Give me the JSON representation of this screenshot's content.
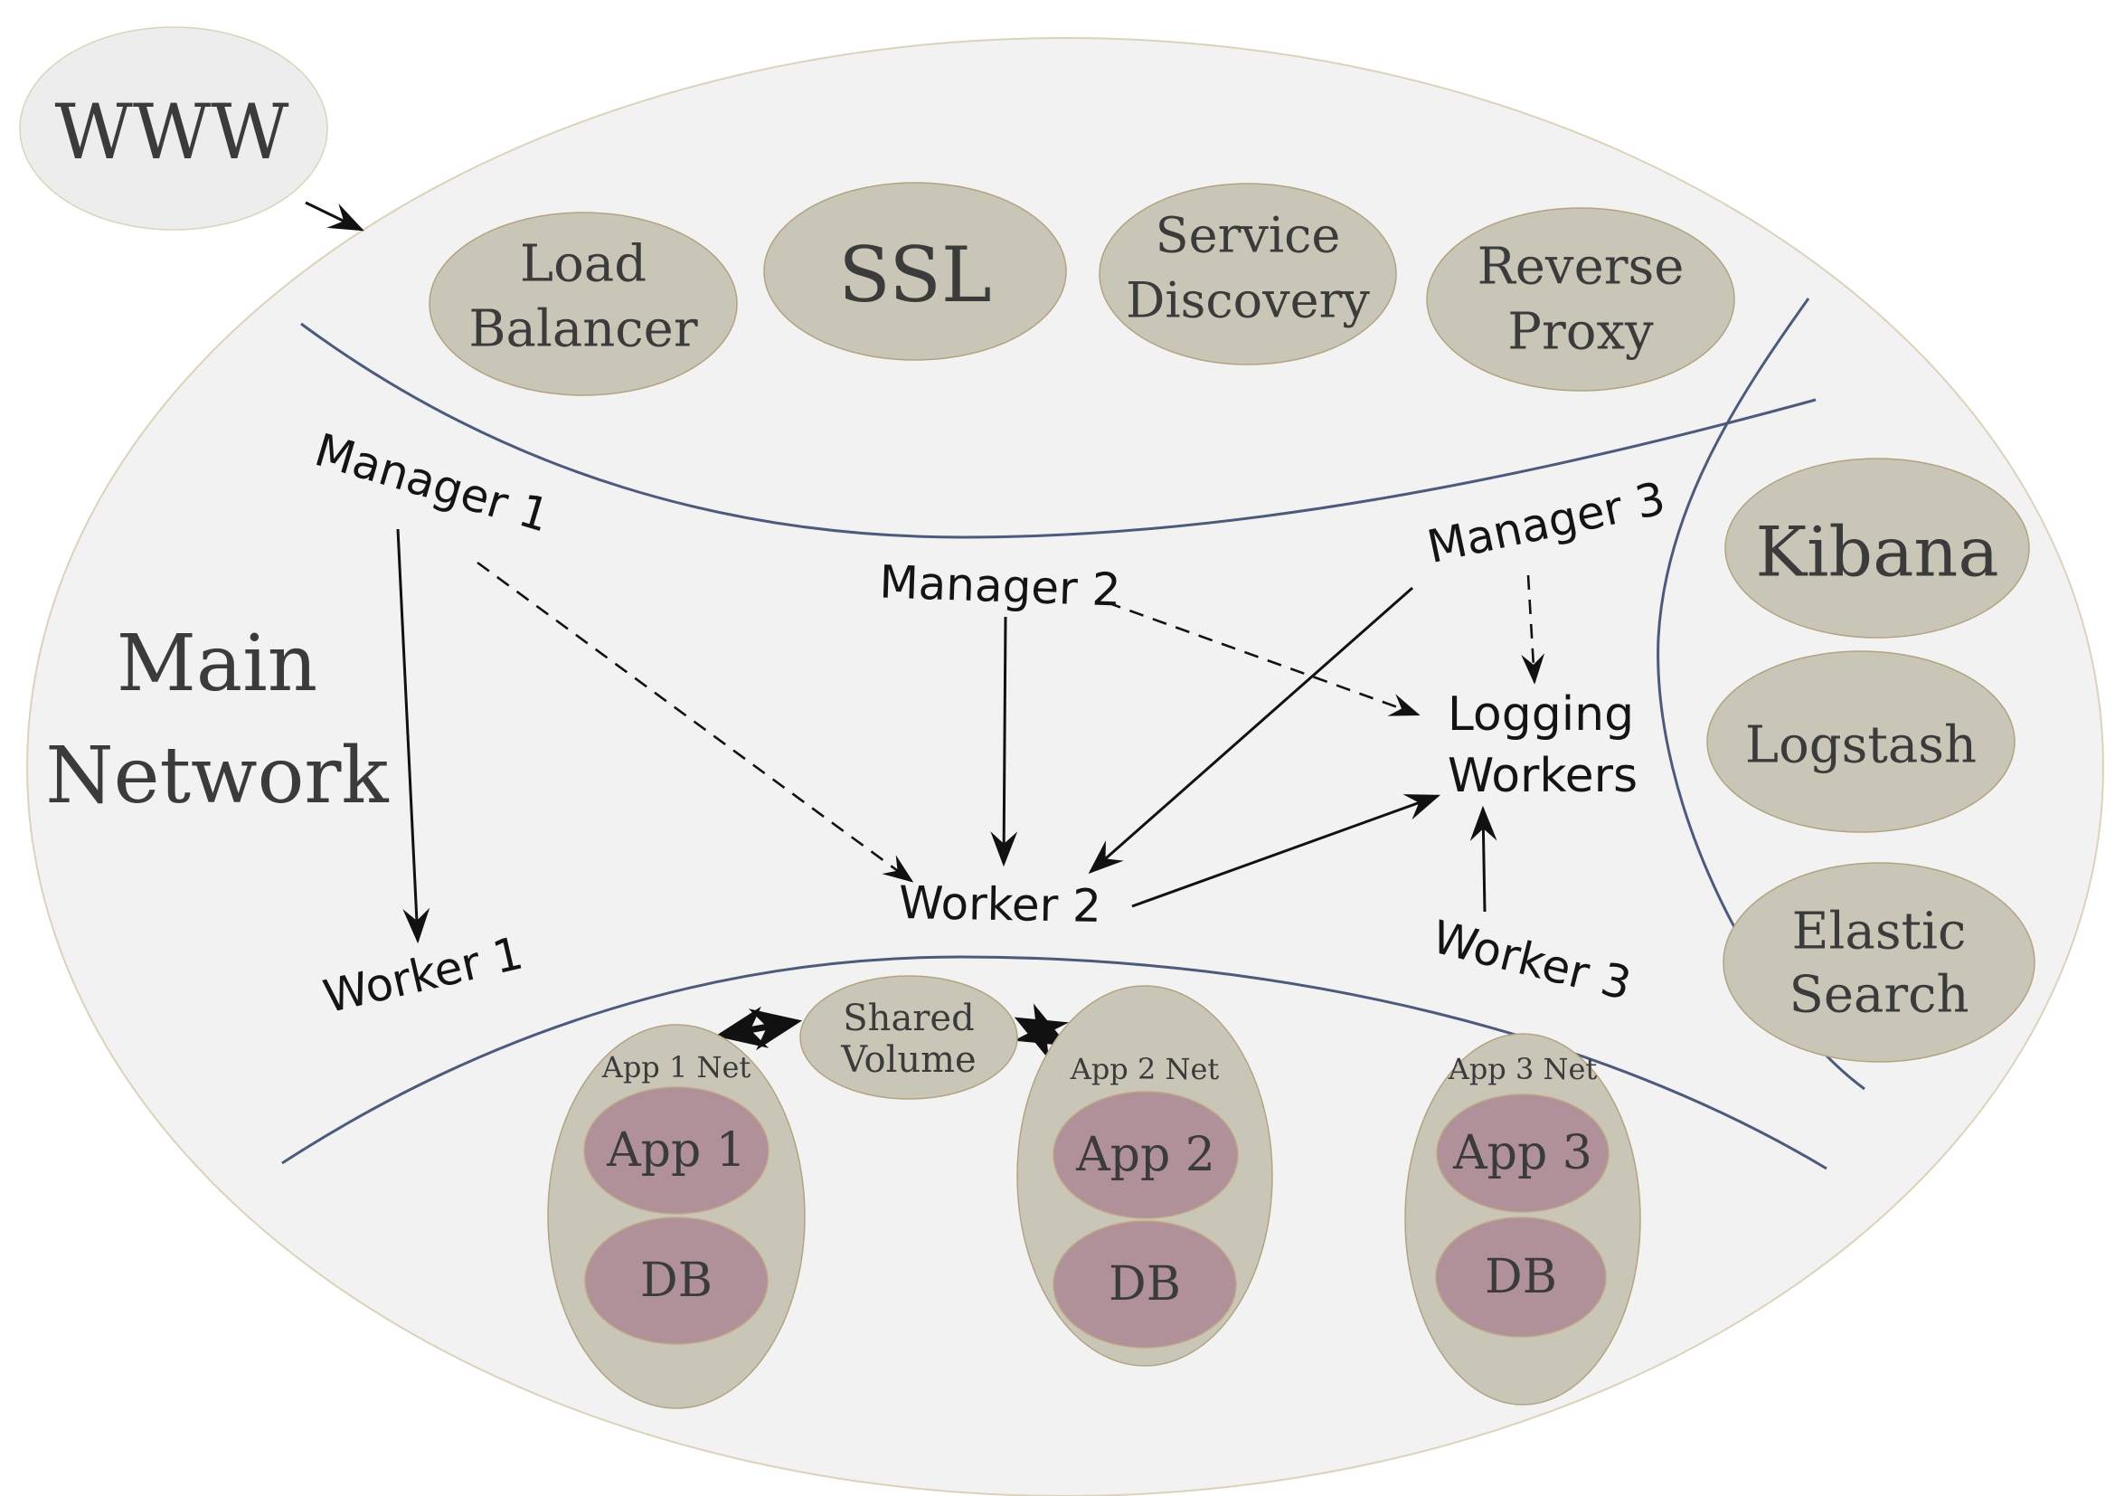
{
  "www": {
    "label": "WWW"
  },
  "main_network": {
    "line1": "Main",
    "line2": "Network"
  },
  "infrastructure": {
    "load_balancer": {
      "line1": "Load",
      "line2": "Balancer"
    },
    "ssl": {
      "label": "SSL"
    },
    "service_discovery": {
      "line1": "Service",
      "line2": "Discovery"
    },
    "reverse_proxy": {
      "line1": "Reverse",
      "line2": "Proxy"
    }
  },
  "managers": {
    "m1": "Manager 1",
    "m2": "Manager 2",
    "m3": "Manager 3"
  },
  "workers": {
    "w1": "Worker 1",
    "w2": "Worker 2",
    "w3": "Worker 3"
  },
  "logging_workers": {
    "line1": "Logging",
    "line2": "Workers"
  },
  "elk": {
    "kibana": {
      "label": "Kibana"
    },
    "logstash": {
      "label": "Logstash"
    },
    "elastic_search": {
      "line1": "Elastic",
      "line2": "Search"
    }
  },
  "shared_volume": {
    "line1": "Shared",
    "line2": "Volume"
  },
  "app_groups": [
    {
      "net": "App 1 Net",
      "app": "App 1",
      "db": "DB"
    },
    {
      "net": "App 2 Net",
      "app": "App 2",
      "db": "DB"
    },
    {
      "net": "App 3 Net",
      "app": "App 3",
      "db": "DB"
    }
  ],
  "colors": {
    "network_fill": "#f2f2f3",
    "network_stroke": "#dbd3b9",
    "www_fill": "#eeedee",
    "node_fill": "#c9c6b8",
    "node_stroke": "#b3a380",
    "container_fill": "#b09199",
    "container_stroke": "#c0a685",
    "arc_stroke": "#4c5a7c",
    "arrow_color": "#111111",
    "serif_text": "#3b3b3b",
    "sans_text": "#141414"
  }
}
